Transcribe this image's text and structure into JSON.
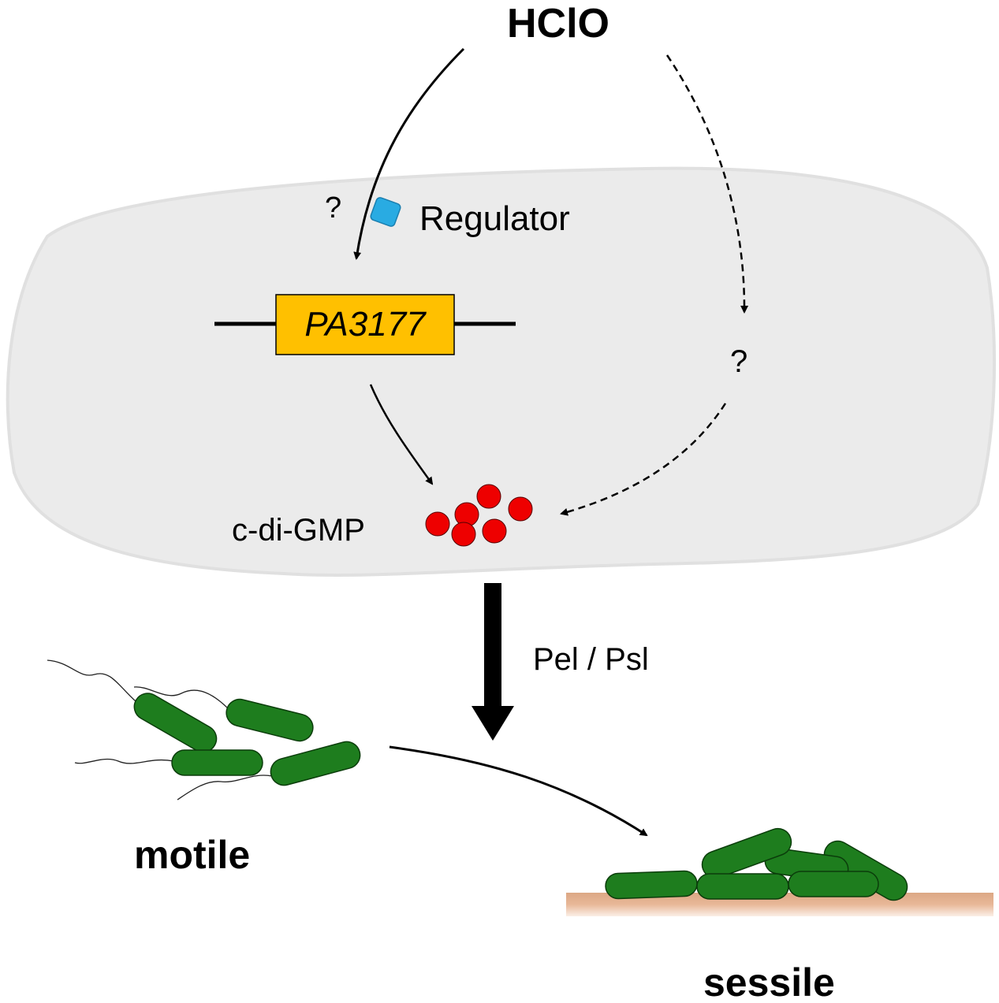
{
  "labels": {
    "stimulus": "HClO",
    "regulator": "Regulator",
    "unknown_regulator": "?",
    "unknown_pathway": "?",
    "gene": "PA3177",
    "messenger": "c-di-GMP",
    "matrix": "Pel / Psl",
    "motile": "motile",
    "sessile": "sessile"
  },
  "colors": {
    "cell_fill": "#ebebeb",
    "cell_stroke": "#e0e0e0",
    "gene_fill": "#ffc000",
    "regulator_fill": "#29abe2",
    "cdigmp_fill": "#ee0000",
    "bacteria_fill": "#1e7d1e",
    "surface_fill": "#e8b898"
  }
}
